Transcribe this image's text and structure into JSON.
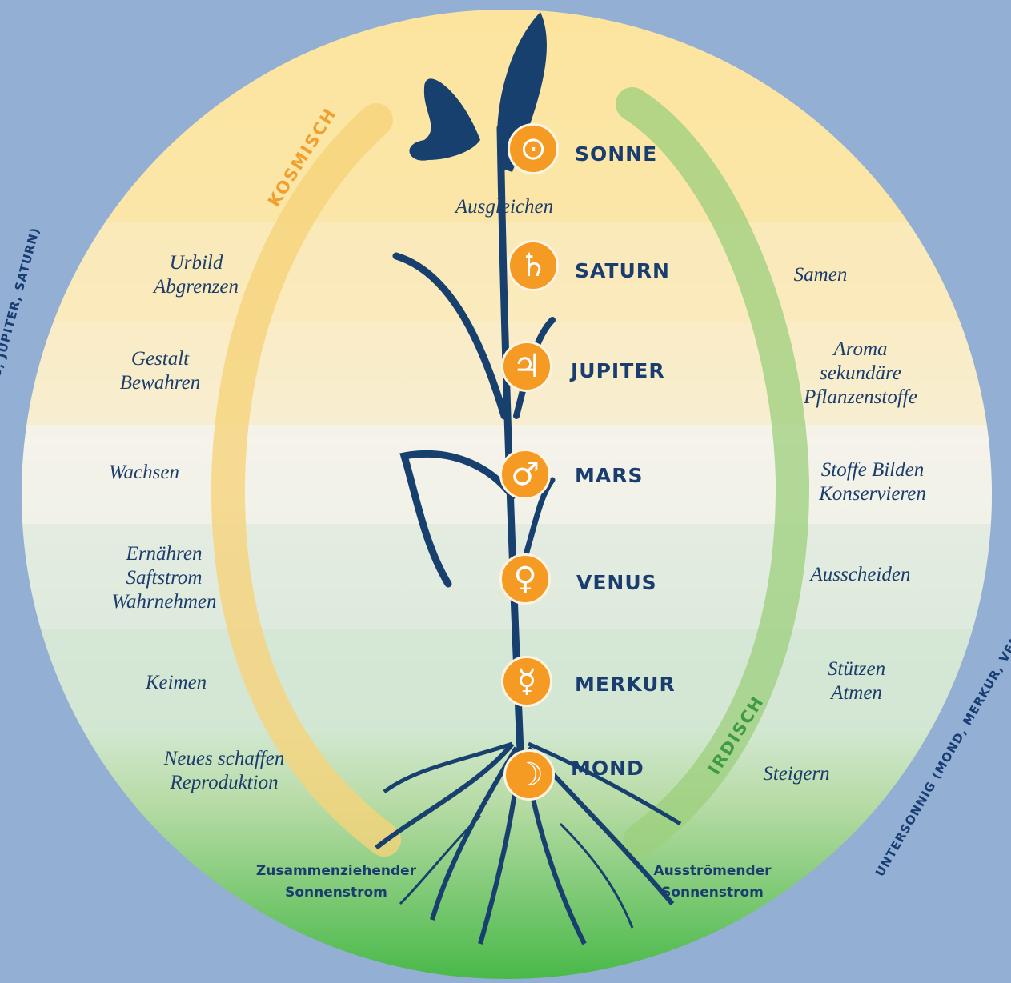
{
  "side_labels": {
    "left": "OBERSONNIG (MARS, JUPITER, SATURN)",
    "right": "UNTERSONNIG (MOND, MERKUR, VENUS)"
  },
  "arcs": {
    "left": "KOSMISCH",
    "right": "IRDISCH",
    "left_color": "#f0a030",
    "right_color": "#3f9b43"
  },
  "planets": [
    {
      "name": "SONNE",
      "symbol": "⊙",
      "icon": "sun-symbol-icon"
    },
    {
      "name": "SATURN",
      "symbol": "♄",
      "icon": "saturn-symbol-icon"
    },
    {
      "name": "JUPITER",
      "symbol": "♃",
      "icon": "jupiter-symbol-icon"
    },
    {
      "name": "MARS",
      "symbol": "♂",
      "icon": "mars-symbol-icon"
    },
    {
      "name": "VENUS",
      "symbol": "♀",
      "icon": "venus-symbol-icon"
    },
    {
      "name": "MERKUR",
      "symbol": "☿",
      "icon": "mercury-symbol-icon"
    },
    {
      "name": "MOND",
      "symbol": "☽",
      "icon": "moon-symbol-icon"
    }
  ],
  "center_label": "Ausgleichen",
  "left_labels": [
    "Urbild\nAbgrenzen",
    "Gestalt\nBewahren",
    "Wachsen",
    "Ernähren\nSaftstrom\nWahrnehmen",
    "Keimen",
    "Neues schaffen\nReproduktion"
  ],
  "right_labels": [
    "Samen",
    "Aroma\nsekundäre\nPflanzenstoffe",
    "Stoffe Bilden\nKonservieren",
    "Ausscheiden",
    "Stützen\nAtmen",
    "Steigern"
  ],
  "bottom_labels": {
    "left": "Zusammenziehender\nSonnenstrom",
    "right": "Ausströmender\nSonnenstrom"
  },
  "colors": {
    "background": "#93afd3",
    "badge": "#f59a22",
    "plant": "#17406e",
    "top_fill": "#f8dc90",
    "bottom_fill": "#4cba48"
  },
  "illustrations": [
    "butterfly-illustration",
    "wheat-ear-illustration",
    "plant-leaves-illustration",
    "roots-illustration"
  ]
}
